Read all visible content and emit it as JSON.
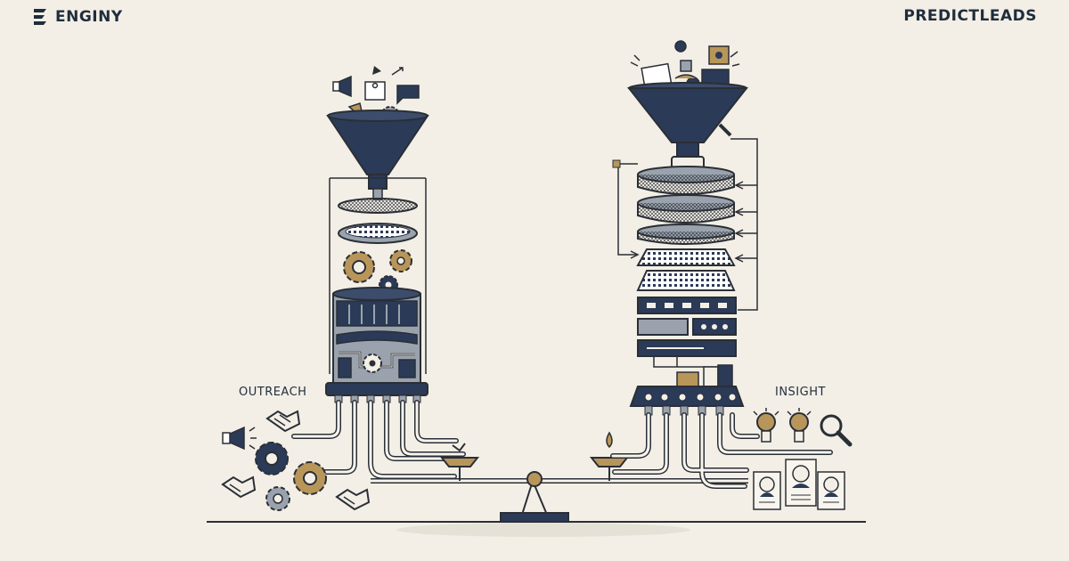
{
  "header": {
    "left_brand": "ENGINY",
    "right_brand": "PREDICTLEADS"
  },
  "labels": {
    "left": "OUTREACH",
    "right": "INSIGHT"
  },
  "colors": {
    "background": "#f3efe6",
    "navy": "#2b3a57",
    "gold": "#b8965a",
    "gray": "#9aa3ad",
    "line": "#2a2f36"
  },
  "icons": {
    "left_brand": "enginy-logo-icon",
    "left_column": [
      "megaphone-icon",
      "document-icon",
      "chat-icon",
      "gear-icon",
      "handshake-icon"
    ],
    "right_column": [
      "document-icon",
      "chat-icon",
      "gear-icon",
      "lightbulb-icon",
      "magnifier-icon",
      "profile-card-icon"
    ]
  }
}
